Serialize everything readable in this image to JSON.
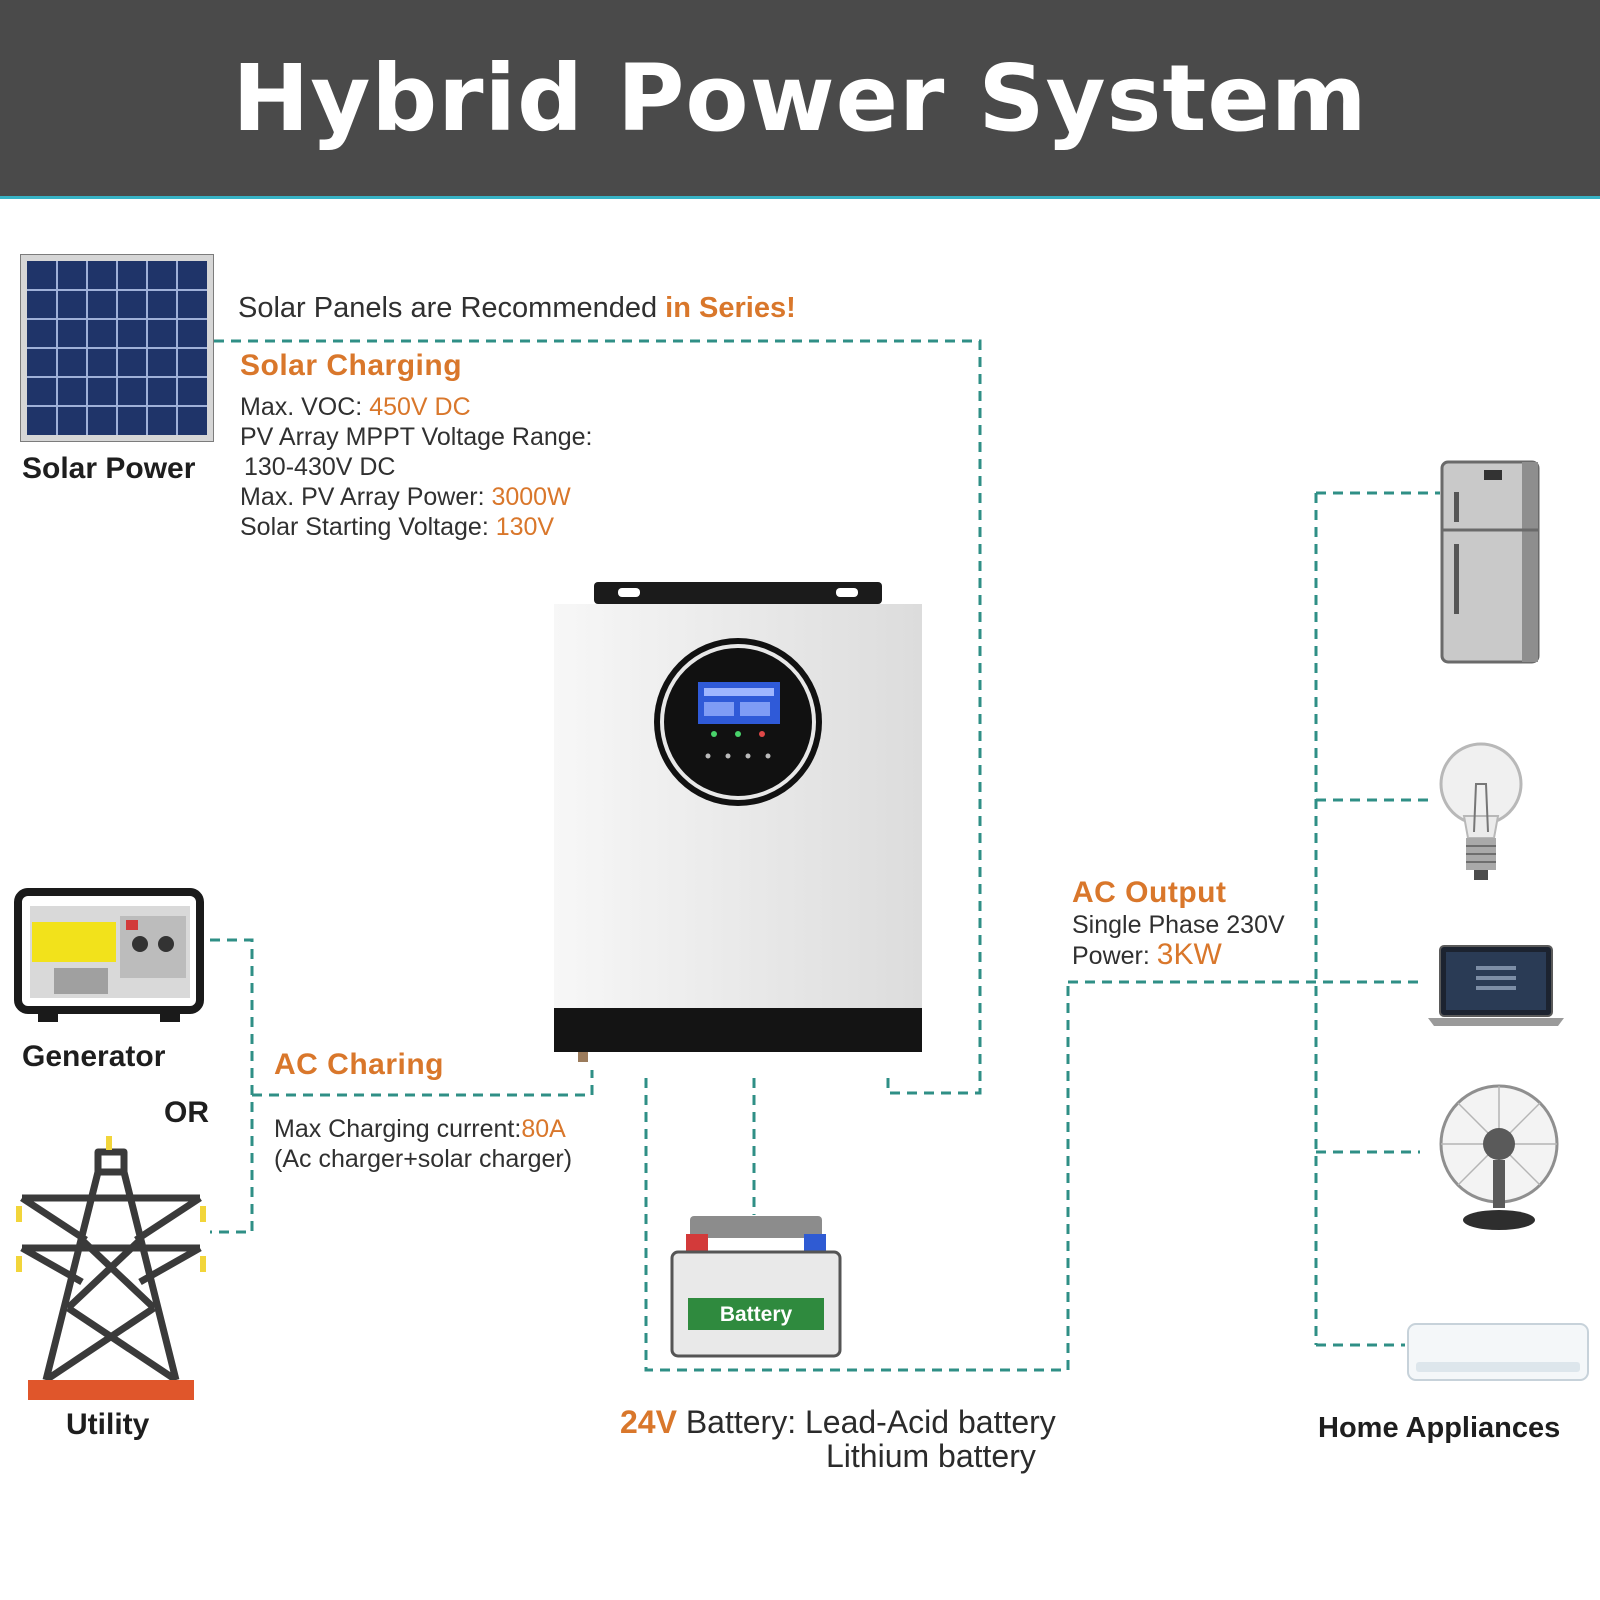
{
  "header": {
    "title": "Hybrid Power System"
  },
  "solar": {
    "label": "Solar Power",
    "recommend_text": "Solar Panels are Recommended ",
    "recommend_emph": "in Series!",
    "section_title": "Solar Charging",
    "max_voc_label": "Max. VOC: ",
    "max_voc_value": "450V DC",
    "mppt_label": "PV Array MPPT Voltage Range:",
    "mppt_value": "130-430V DC",
    "max_pv_label": "Max. PV Array Power: ",
    "max_pv_value": "3000W",
    "start_label": "Solar Starting Voltage: ",
    "start_value": "130V"
  },
  "ac_input": {
    "generator_label": "Generator",
    "or_label": "OR",
    "utility_label": "Utility",
    "section_title": "AC Charing",
    "max_current_label": "Max Charging current:",
    "max_current_value": "80A",
    "note": "(Ac charger+solar charger)"
  },
  "battery": {
    "text_on_battery": "Battery",
    "voltage": "24V",
    "label": " Battery: Lead-Acid battery",
    "line2": "Lithium battery"
  },
  "ac_output": {
    "section_title": "AC Output",
    "phase": "Single Phase 230V",
    "power_label": "Power: ",
    "power_value": "3KW"
  },
  "appliances": {
    "label": "Home Appliances"
  },
  "colors": {
    "header_bg": "#4a4a4a",
    "accent_orange": "#d9772b",
    "wire_teal": "#2f8f86",
    "header_rule": "#37b3c5"
  },
  "icons": [
    "solar-panel-icon",
    "generator-icon",
    "utility-tower-icon",
    "inverter-icon",
    "battery-icon",
    "refrigerator-icon",
    "light-bulb-icon",
    "laptop-icon",
    "fan-icon",
    "air-conditioner-icon"
  ]
}
